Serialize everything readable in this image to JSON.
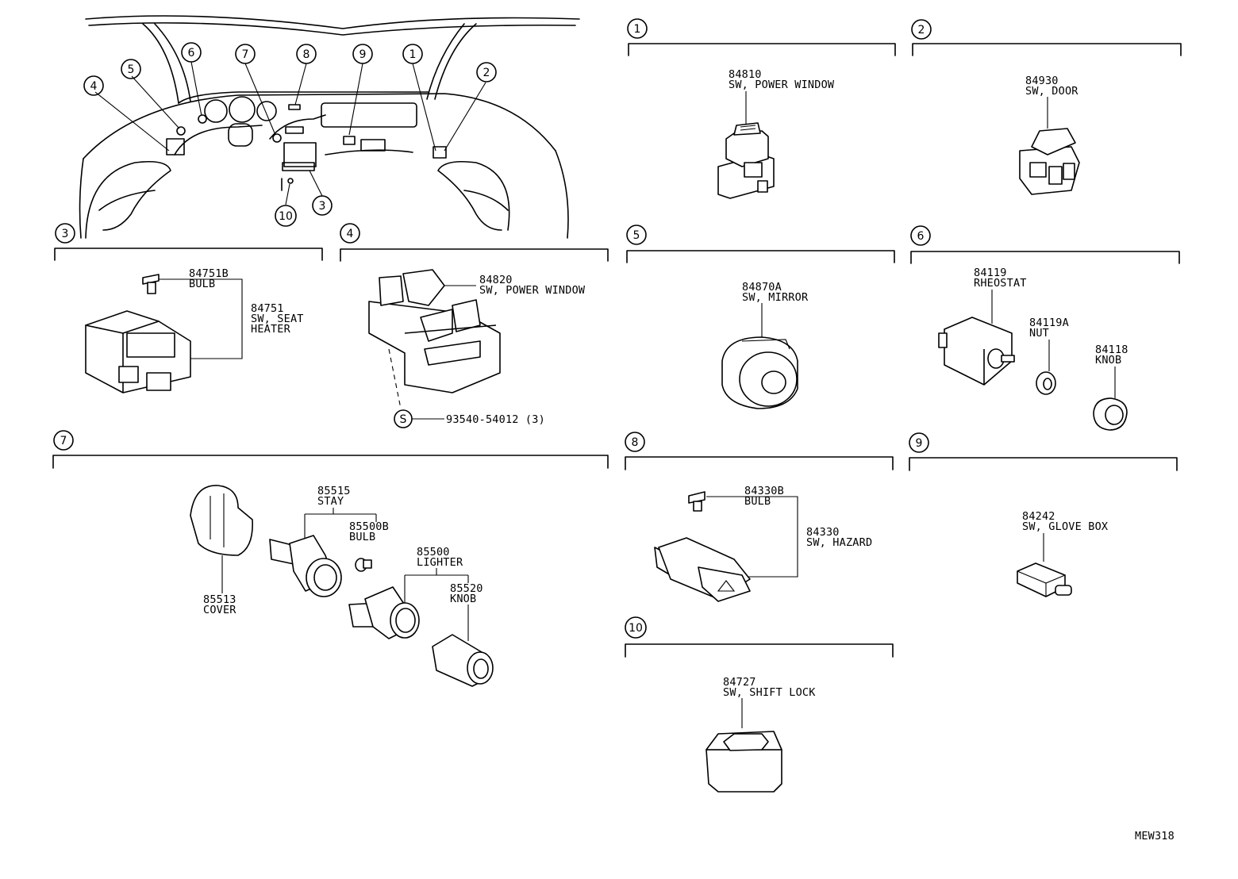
{
  "diagram_code": "MEW318",
  "callouts": {
    "c1": "1",
    "c2": "2",
    "c3": "3",
    "c4": "4",
    "c5": "5",
    "c6": "6",
    "c7": "7",
    "c8": "8",
    "c9": "9",
    "c10": "10"
  },
  "screw_symbol": "S",
  "parts": {
    "p84810": {
      "num": "84810",
      "name": "SW, POWER WINDOW"
    },
    "p84930": {
      "num": "84930",
      "name": "SW, DOOR"
    },
    "p84751b": {
      "num": "84751B",
      "name": "BULB"
    },
    "p84751": {
      "num": "84751",
      "name1": "SW, SEAT",
      "name2": "HEATER"
    },
    "p84820": {
      "num": "84820",
      "name": "SW, POWER WINDOW"
    },
    "p93540": {
      "num": "93540-54012 (3)"
    },
    "p84870a": {
      "num": "84870A",
      "name": "SW, MIRROR"
    },
    "p84119": {
      "num": "84119",
      "name": "RHEOSTAT"
    },
    "p84119a": {
      "num": "84119A",
      "name": "NUT"
    },
    "p84118": {
      "num": "84118",
      "name": "KNOB"
    },
    "p85515": {
      "num": "85515",
      "name": "STAY"
    },
    "p85500b": {
      "num": "85500B",
      "name": "BULB"
    },
    "p85500": {
      "num": "85500",
      "name": "LIGHTER"
    },
    "p85520": {
      "num": "85520",
      "name": "KNOB"
    },
    "p85513": {
      "num": "85513",
      "name": "COVER"
    },
    "p84330b": {
      "num": "84330B",
      "name": "BULB"
    },
    "p84330": {
      "num": "84330",
      "name": "SW, HAZARD"
    },
    "p84242": {
      "num": "84242",
      "name": "SW, GLOVE BOX"
    },
    "p84727": {
      "num": "84727",
      "name": "SW, SHIFT LOCK"
    }
  }
}
